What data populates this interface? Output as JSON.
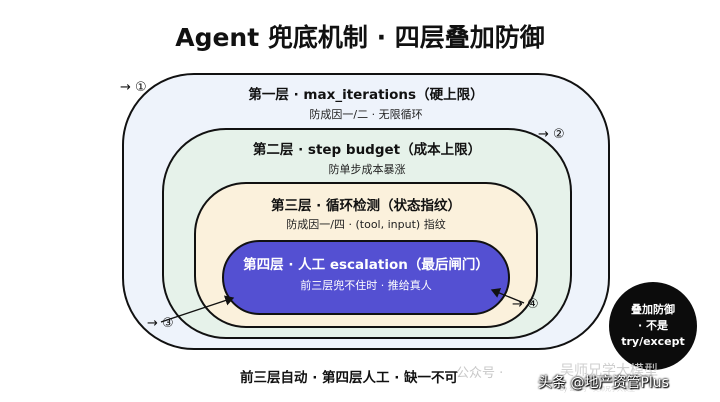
{
  "title": "Agent 兜底机制 · 四层叠加防御",
  "layers": [
    {
      "title": "第一层 · max_iterations（硬上限）",
      "subtitle": "防成因一/二 · 无限循环",
      "fill": "#eef3fb"
    },
    {
      "title": "第二层 · step budget（成本上限）",
      "subtitle": "防单步成本暴涨",
      "fill": "#e6f2ea"
    },
    {
      "title": "第三层 · 循环检测（状态指纹）",
      "subtitle": "防成因一/四 · (tool, input) 指纹",
      "fill": "#fbf1dc"
    },
    {
      "title": "第四层 · 人工 escalation（最后闸门）",
      "subtitle": "前三层兜不住时 · 推给真人",
      "fill": "#5450d2"
    }
  ],
  "markers": [
    "→ ①",
    "→ ②",
    "→ ③",
    "→ ④"
  ],
  "badge": {
    "lines": [
      "叠加防御",
      "· 不是",
      "try/except"
    ]
  },
  "footer": "前三层自动 · 第四层人工 · 缺一不可",
  "watermarks": {
    "official": "公众号 ·",
    "author": "吴师兄学大模型",
    "small": "by 公众号 · 吴师兄学大模型",
    "bottom": "头条 @地产资管Plus"
  }
}
